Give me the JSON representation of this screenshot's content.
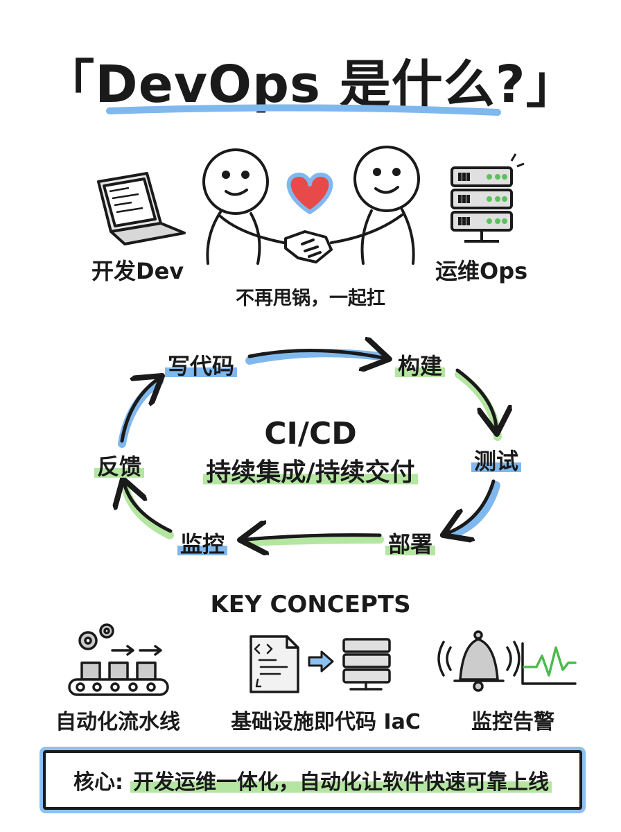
{
  "title": "「DevOps 是什么?」",
  "roles": {
    "dev": "开发Dev",
    "ops": "运维Ops",
    "motto": "不再甩锅，一起扛"
  },
  "cycle": {
    "steps": [
      "写代码",
      "构建",
      "测试",
      "部署",
      "监控",
      "反馈"
    ],
    "center_title": "CI/CD",
    "center_subtitle": "持续集成/持续交付"
  },
  "key_concepts": {
    "heading": "KEY CONCEPTS",
    "items": [
      "自动化流水线",
      "基础设施即代码 IaC",
      "监控告警"
    ]
  },
  "footer": {
    "prefix": "核心:",
    "text": "开发运维一体化，自动化让软件快速可靠上线"
  },
  "colors": {
    "accent_blue": "#7fb8ee",
    "accent_green": "#b4e6a2",
    "heart": "#e84a4a",
    "ink": "#1a1a1a"
  }
}
